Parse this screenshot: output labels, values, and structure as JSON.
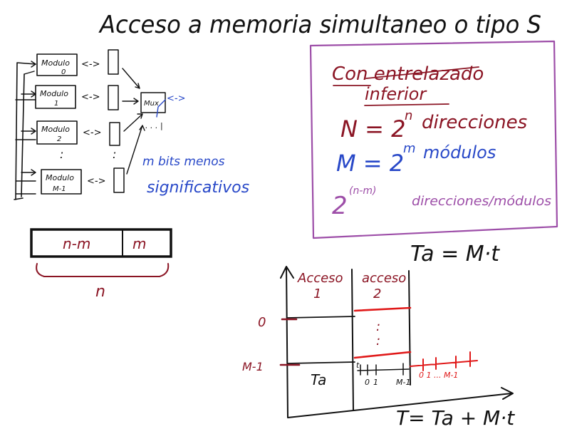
{
  "title": "Acceso a memoria simultaneo o tipo S",
  "colors": {
    "black": "#111111",
    "darkred": "#8b1524",
    "blue": "#2848c8",
    "purple": "#9d4ea8",
    "red": "#e01818"
  },
  "modules_diagram": {
    "modules": [
      {
        "name": "Modulo",
        "index": "0"
      },
      {
        "name": "Modulo",
        "index": "1"
      },
      {
        "name": "Modulo",
        "index": "2"
      },
      {
        "name": "Modulo",
        "index": "M-1"
      }
    ],
    "arrow_glyph": "<->",
    "mux_label": "Mux",
    "mux_arrow": "<->",
    "dots_vertical": ":",
    "mux_dots": ". . . |",
    "note_line1": "m bits menos",
    "note_line2": "significativos"
  },
  "address_box": {
    "left_field": "n-m",
    "right_field": "m",
    "total_label": "n"
  },
  "interleave_box": {
    "heading1": "Con entrelazado",
    "heading2": "inferior",
    "n_eq": "N = 2",
    "n_exp": "n",
    "n_text": "direcciones",
    "m_eq": "M = 2",
    "m_exp": "m",
    "m_text": "módulos",
    "ratio_base": "2",
    "ratio_exp": "(n-m)",
    "ratio_text": "direcciones/módulos"
  },
  "timing": {
    "ta_formula": "Ta = M·t",
    "col1_line1": "Acceso",
    "col1_line2": "1",
    "col2_line1": "acceso",
    "col2_line2": "2",
    "row0": "0",
    "row1": "M-1",
    "ta_cell": "Ta",
    "t_mark": "t",
    "tick0": "0",
    "tick1": "1",
    "tick_last": "M-1",
    "red_ticks": "0  1 ... M-1",
    "dots_vertical": ":",
    "total_formula": "T= Ta + M·t"
  }
}
